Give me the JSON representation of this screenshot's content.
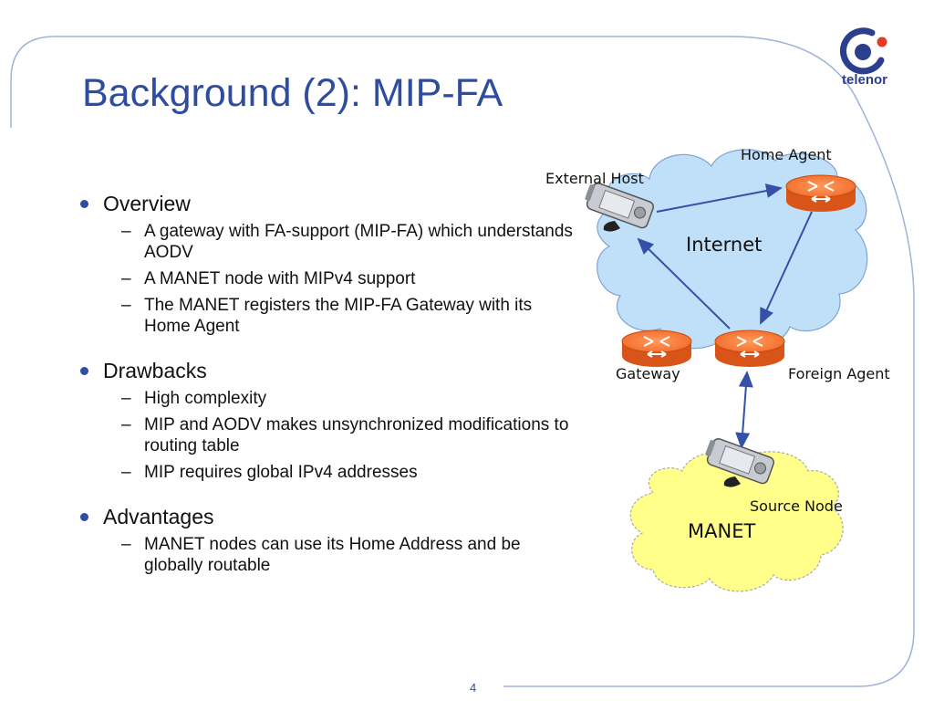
{
  "slide": {
    "title": "Background (2): MIP-FA",
    "page_number": "4",
    "logo_text": "telenor"
  },
  "bullets": [
    {
      "heading": "Overview",
      "items": [
        "A gateway with FA-support (MIP-FA) which understands AODV",
        "A MANET node with MIPv4 support",
        "The MANET registers the MIP-FA Gateway with its Home Agent"
      ]
    },
    {
      "heading": "Drawbacks",
      "items": [
        "High complexity",
        "MIP and AODV makes unsynchronized modifications to routing table",
        "MIP requires global IPv4 addresses"
      ]
    },
    {
      "heading": "Advantages",
      "items": [
        "MANET nodes can use its Home Address and be globally routable"
      ]
    }
  ],
  "diagram": {
    "labels": {
      "home_agent": "Home Agent",
      "external_host": "External Host",
      "internet": "Internet",
      "gateway": "Gateway",
      "foreign_agent": "Foreign Agent",
      "source_node": "Source Node",
      "manet": "MANET"
    },
    "colors": {
      "internet_cloud": "#bfe0f8",
      "manet_cloud": "#ffff8a",
      "router": "#f26a2a",
      "arrow": "#3550a8",
      "frame_line": "#9db3d9",
      "title": "#2e4da0"
    }
  }
}
